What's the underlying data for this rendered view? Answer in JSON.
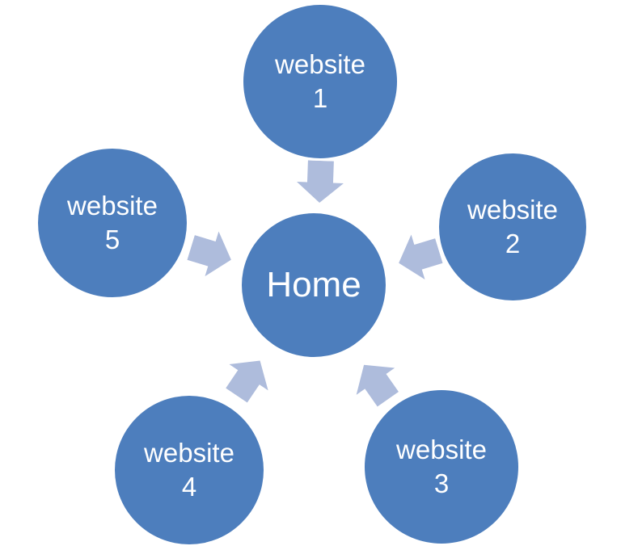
{
  "diagram": {
    "type": "radial-hub",
    "center_node": {
      "label": "Home"
    },
    "satellite_nodes": [
      {
        "word": "website",
        "number": "1"
      },
      {
        "word": "website",
        "number": "2"
      },
      {
        "word": "website",
        "number": "3"
      },
      {
        "word": "website",
        "number": "4"
      },
      {
        "word": "website",
        "number": "5"
      }
    ],
    "arrows": [
      {
        "from": "website 1",
        "to": "Home",
        "direction": "down"
      },
      {
        "from": "website 2",
        "to": "Home",
        "direction": "left"
      },
      {
        "from": "website 3",
        "to": "Home",
        "direction": "up-left"
      },
      {
        "from": "website 4",
        "to": "Home",
        "direction": "up-right"
      },
      {
        "from": "website 5",
        "to": "Home",
        "direction": "right"
      }
    ],
    "colors": {
      "node_fill": "#4d7ebd",
      "arrow_fill": "#aebcdc",
      "text": "#ffffff",
      "background": "#ffffff"
    }
  }
}
